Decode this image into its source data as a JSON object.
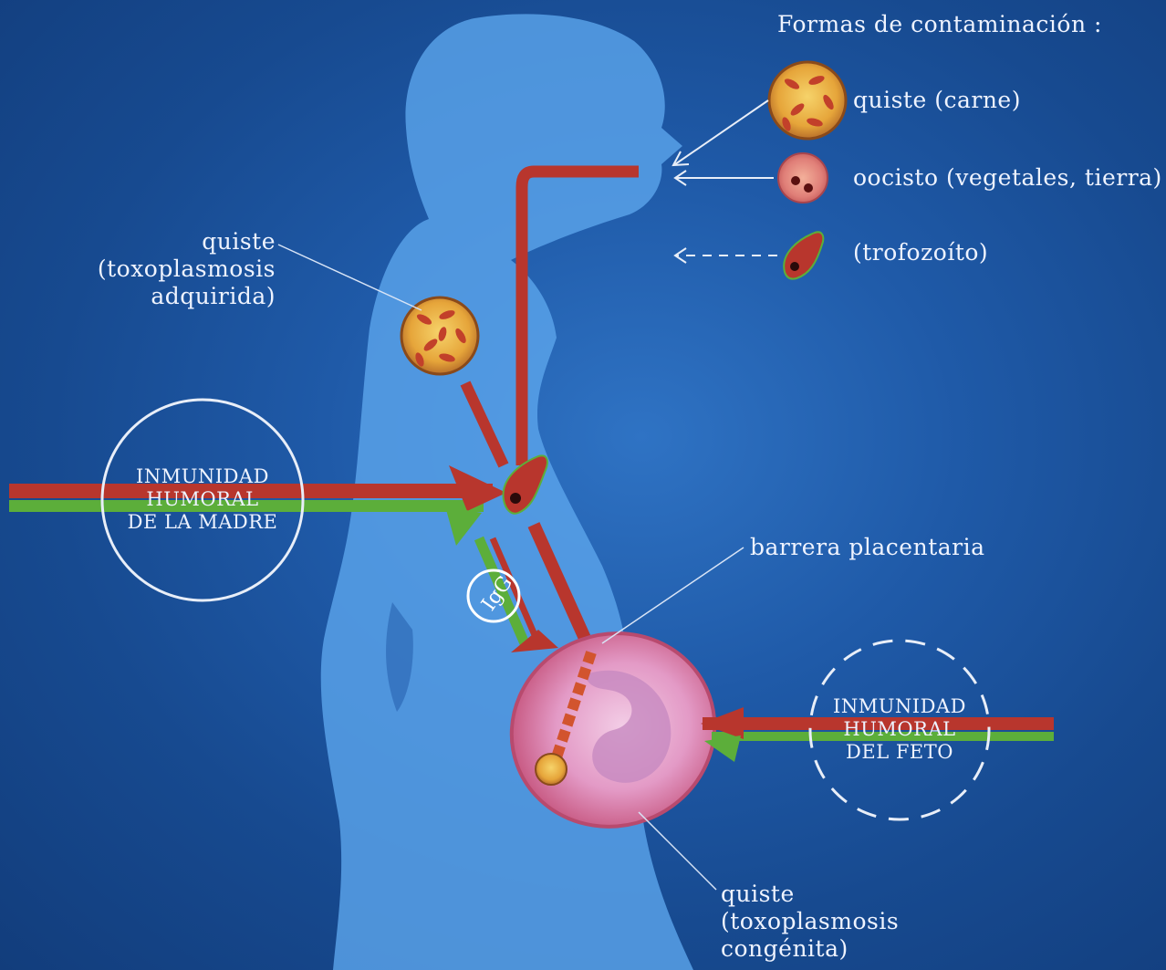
{
  "legend": {
    "title": "Formas de contaminación :",
    "items": [
      {
        "label": "quiste (carne)",
        "icon": "cyst-icon"
      },
      {
        "label": "oocisto (vegetales, tierra)",
        "icon": "oocyst-icon"
      },
      {
        "label": "(trofozoíto)",
        "icon": "trophozoite-icon"
      }
    ]
  },
  "labels": {
    "acquired_cyst": {
      "line1": "quiste",
      "line2": "(toxoplasmosis",
      "line3": "adquirida)"
    },
    "mother_immunity": {
      "line1": "INMUNIDAD",
      "line2": "HUMORAL",
      "line3": "DE LA MADRE"
    },
    "igg": "IgG",
    "placental_barrier": "barrera placentaria",
    "fetus_immunity": {
      "line1": "INMUNIDAD",
      "line2": "HUMORAL",
      "line3": "DEL FETO"
    },
    "congenital_cyst": {
      "line1": "quiste",
      "line2": "(toxoplasmosis",
      "line3": "congénita)"
    }
  },
  "colors": {
    "background": "#1c54a0",
    "silhouette": "#5aa4ea",
    "pathway_red": "#b8362d",
    "pathway_green": "#5cae3a",
    "cyst_fill": "#e8b043",
    "label_text": "#eef3ff"
  }
}
